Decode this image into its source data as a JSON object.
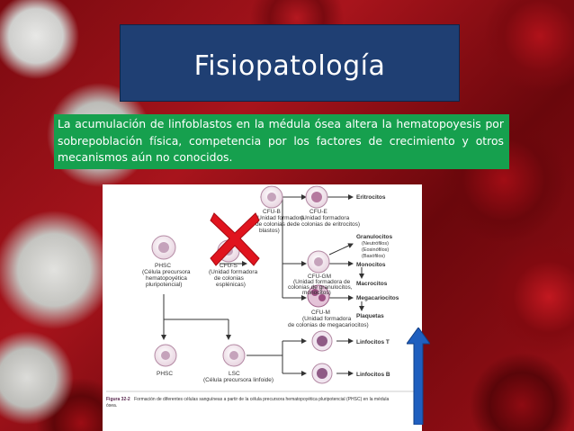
{
  "slide": {
    "title": "Fisiopatología",
    "body": "La acumulación de linfoblastos en la médula ósea altera la hematopoyesis por sobrepoblación física, competencia por los factores de crecimiento y otros mecanismos aún no conocidos."
  },
  "figure": {
    "nodes": {
      "cfub_label": "CFU-B",
      "cfub_desc1": "(Unidad formadora",
      "cfub_desc2": "de colonias de",
      "cfub_desc3": "blastos)",
      "cfue_label": "CFU-E",
      "cfue_desc1": "(Unidad formadora",
      "cfue_desc2": "de colonias de eritrocitos)",
      "phsc_label": "PHSC",
      "phsc_desc1": "(Célula precursora",
      "phsc_desc2": "hematopoyética",
      "phsc_desc3": "pluripotencial)",
      "cfus_label": "CFU-S",
      "cfus_desc1": "(Unidad formadora",
      "cfus_desc2": "de colonias",
      "cfus_desc3": "esplénicas)",
      "cfugm_label": "CFU-GM",
      "cfugm_desc1": "(Unidad formadora de",
      "cfugm_desc2": "colonias de granulocitos,",
      "cfugm_desc3": "monocitos)",
      "cfum_label": "CFU-M",
      "cfum_desc1": "(Unidad formadora",
      "cfum_desc2": "de colonias de megacariocitos)",
      "phsc2_label": "PHSC",
      "lsc_label": "LSC",
      "lsc_desc": "(Célula precursora linfoide)"
    },
    "outputs": {
      "eritrocitos": "Eritrocitos",
      "granulocitos": "Granulocitos",
      "neutrofilos": "(Neutrófilos)",
      "eosinofilos": "(Eosinófilos)",
      "basofilos": "(Basófilos)",
      "monocitos": "Monocitos",
      "macrocitos": "Macrocitos",
      "megacariocitos": "Megacariocitos",
      "plaquetas": "Plaquetas",
      "linfocitos_t": "Linfocitos T",
      "linfocitos_b": "Linfocitos B"
    },
    "caption_bold": "Figura 32-2",
    "caption_text": "Formación de diferentes células sanguíneas a partir de la célula precursora hematopoyética pluripotencial (PHSC) en la médula",
    "caption_text2": "ósea."
  },
  "overlays": {
    "cross_icon_color": "#e0141e",
    "arrow_icon_color": "#1f5fbf"
  }
}
